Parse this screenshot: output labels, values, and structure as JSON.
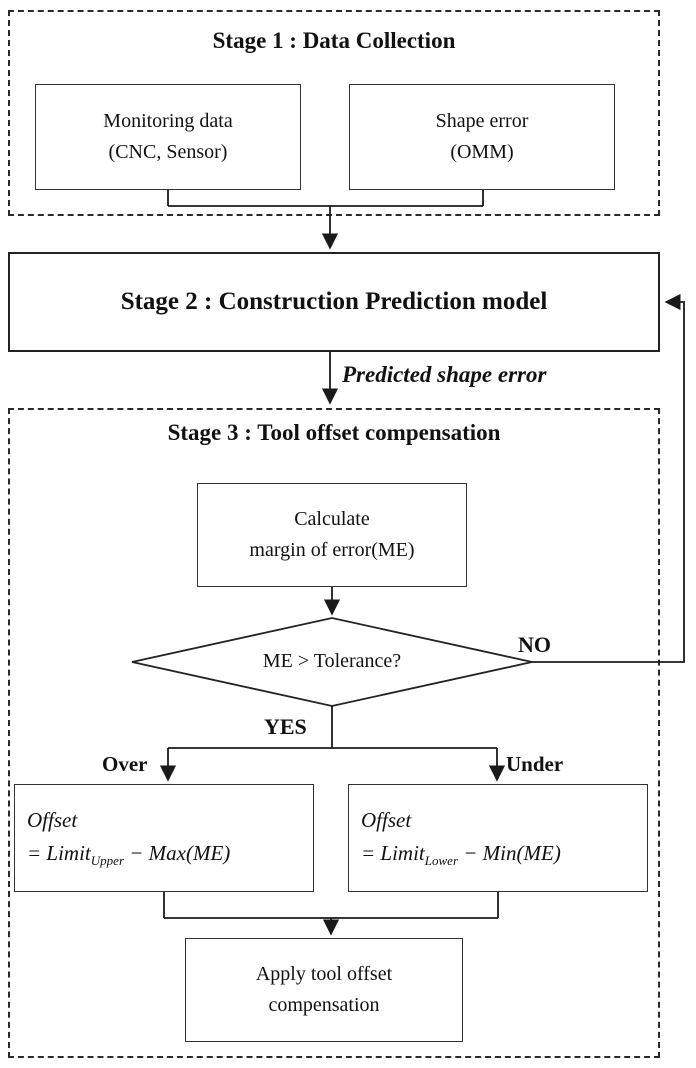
{
  "colors": {
    "line": "#1a1a1a",
    "background": "#ffffff"
  },
  "stage1": {
    "title": "Stage 1 : Data Collection",
    "monitoring_box": "Monitoring data\n(CNC, Sensor)",
    "shape_error_box": "Shape error\n(OMM)"
  },
  "stage2": {
    "title": "Stage 2 : Construction Prediction model"
  },
  "labels": {
    "predicted_shape_error": "Predicted shape error",
    "no": "NO",
    "yes": "YES",
    "over": "Over",
    "under": "Under"
  },
  "stage3": {
    "title": "Stage 3 : Tool offset compensation",
    "calc_box": "Calculate\nmargin of error(ME)",
    "decision": "ME > Tolerance?",
    "offset_upper": {
      "line1": "Offset",
      "prefix": "= Limit",
      "sub": "Upper",
      "suffix": " − Max(ME)"
    },
    "offset_lower": {
      "line1": "Offset",
      "prefix": "= Limit",
      "sub": "Lower",
      "suffix": " − Min(ME)"
    },
    "apply_box": "Apply tool offset\ncompensation"
  }
}
